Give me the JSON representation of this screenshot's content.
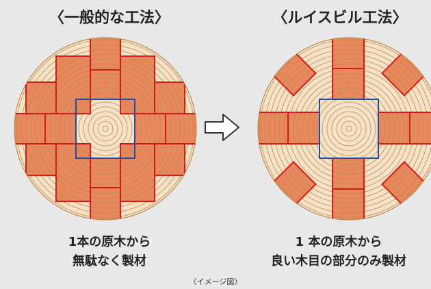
{
  "left": {
    "title": "〈一般的な工法〉",
    "caption_line1": "1本の原木から",
    "caption_line2": "無駄なく製材"
  },
  "right": {
    "title": "〈ルイスビル工法〉",
    "caption_line1": "1 本の原木から",
    "caption_line2": "良い木目の部分のみ製材"
  },
  "footnote": "〈イメージ図〉",
  "icons": {
    "arrow": "arrow-right-outline-icon"
  },
  "colors": {
    "background": "#e8e8e8",
    "wood": "#f5e2c6",
    "rings": "#b98a52",
    "board_fill": "#e8885c",
    "board_edge": "#d41a1a",
    "core_edge": "#1f4ea3"
  }
}
